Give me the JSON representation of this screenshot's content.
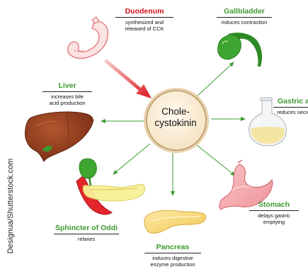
{
  "center": {
    "line1": "Chole-",
    "line2": "cystokinin"
  },
  "duodenum": {
    "title": "Duodenum",
    "desc_line1": "synthesized and",
    "desc_line2": "released of CCK"
  },
  "gallbladder": {
    "title": "Gallbladder",
    "desc_line1": "induces contraction"
  },
  "gastric": {
    "title": "Gastric ac",
    "desc_line1": "reduces secre"
  },
  "liver": {
    "title": "Liver",
    "desc_line1": "increases bile",
    "desc_line2": "acid production"
  },
  "stomach": {
    "title": "Stomach",
    "desc_line1": "delays gastric",
    "desc_line2": "emptying"
  },
  "pancreas": {
    "title": "Pancreas",
    "desc_line1": "induces digestive",
    "desc_line2": "enzyme production"
  },
  "sphincter": {
    "title": "Sphincter of Oddi",
    "desc_line1": "relaxes"
  },
  "credit": "Designua/Shutterstock.com",
  "colors": {
    "red_title": "#d0131a",
    "green_title": "#3d9a2e",
    "arrow_green": "#3f9a34",
    "center_fill": "#fbf1e0",
    "center_border": "#c9a36a"
  },
  "icons": [
    "duodenum-icon",
    "gallbladder-icon",
    "gastric-acid-flask-icon",
    "liver-icon",
    "stomach-icon",
    "pancreas-icon",
    "sphincter-of-oddi-icon"
  ]
}
